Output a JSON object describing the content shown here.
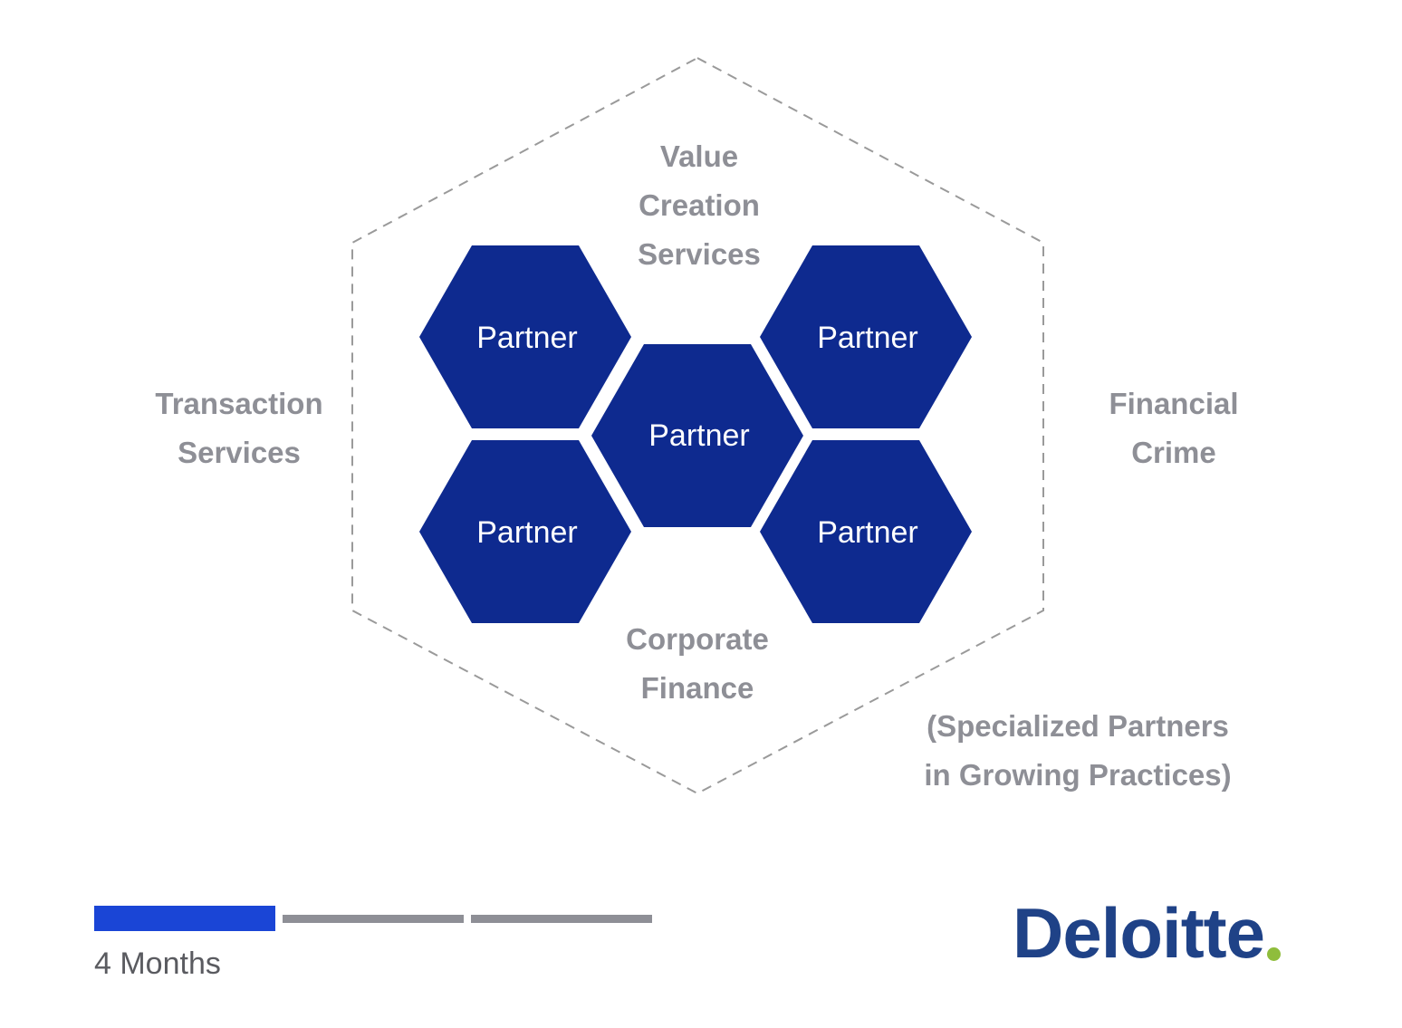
{
  "colors": {
    "partner_fill": "#0e2a8f",
    "outline": "#9a9a9a",
    "label": "#8e8f96",
    "progress_active": "#1a45d6",
    "progress_inactive": "#8e8f96",
    "logo": "#1f4287",
    "logo_dot": "#8fbd3c"
  },
  "labels": {
    "value_creation": [
      "Value",
      "Creation",
      "Services"
    ],
    "transaction": [
      "Transaction",
      "Services"
    ],
    "financial_crime": [
      "Financial",
      "Crime"
    ],
    "corporate_finance": [
      "Corporate",
      "Finance"
    ],
    "specialized": [
      "(Specialized Partners",
      "in Growing Practices)"
    ]
  },
  "partners": [
    "Partner",
    "Partner",
    "Partner",
    "Partner",
    "Partner"
  ],
  "progress": {
    "segments": 3,
    "completed": 1,
    "caption": "4 Months"
  },
  "logo": {
    "text": "Deloitte"
  }
}
